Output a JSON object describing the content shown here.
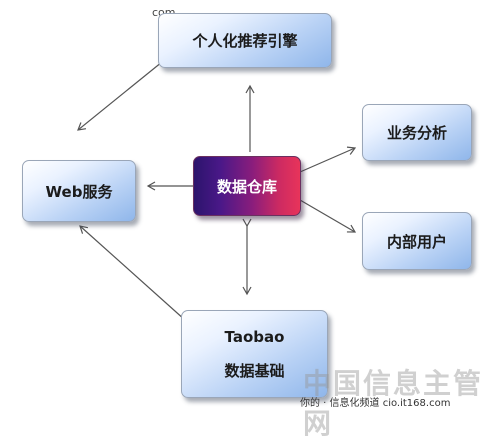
{
  "watermark": {
    "top": "com",
    "bottom_big": "中国信息主管网",
    "bottom_small": "你的 · 信息化频道 cio.it168.com"
  },
  "nodes": {
    "recommend": "个人化推荐引擎",
    "web": "Web服务",
    "warehouse": "数据仓库",
    "business": "业务分析",
    "internal": "内部用户",
    "taobao_line1": "Taobao",
    "taobao_line2": "数据基础"
  },
  "colors": {
    "box_gradient_light": "#eaf2ff",
    "box_gradient_dark": "#8fb6ea",
    "center_start": "#2c146c",
    "center_end": "#e8345a",
    "arrow": "#555555"
  }
}
